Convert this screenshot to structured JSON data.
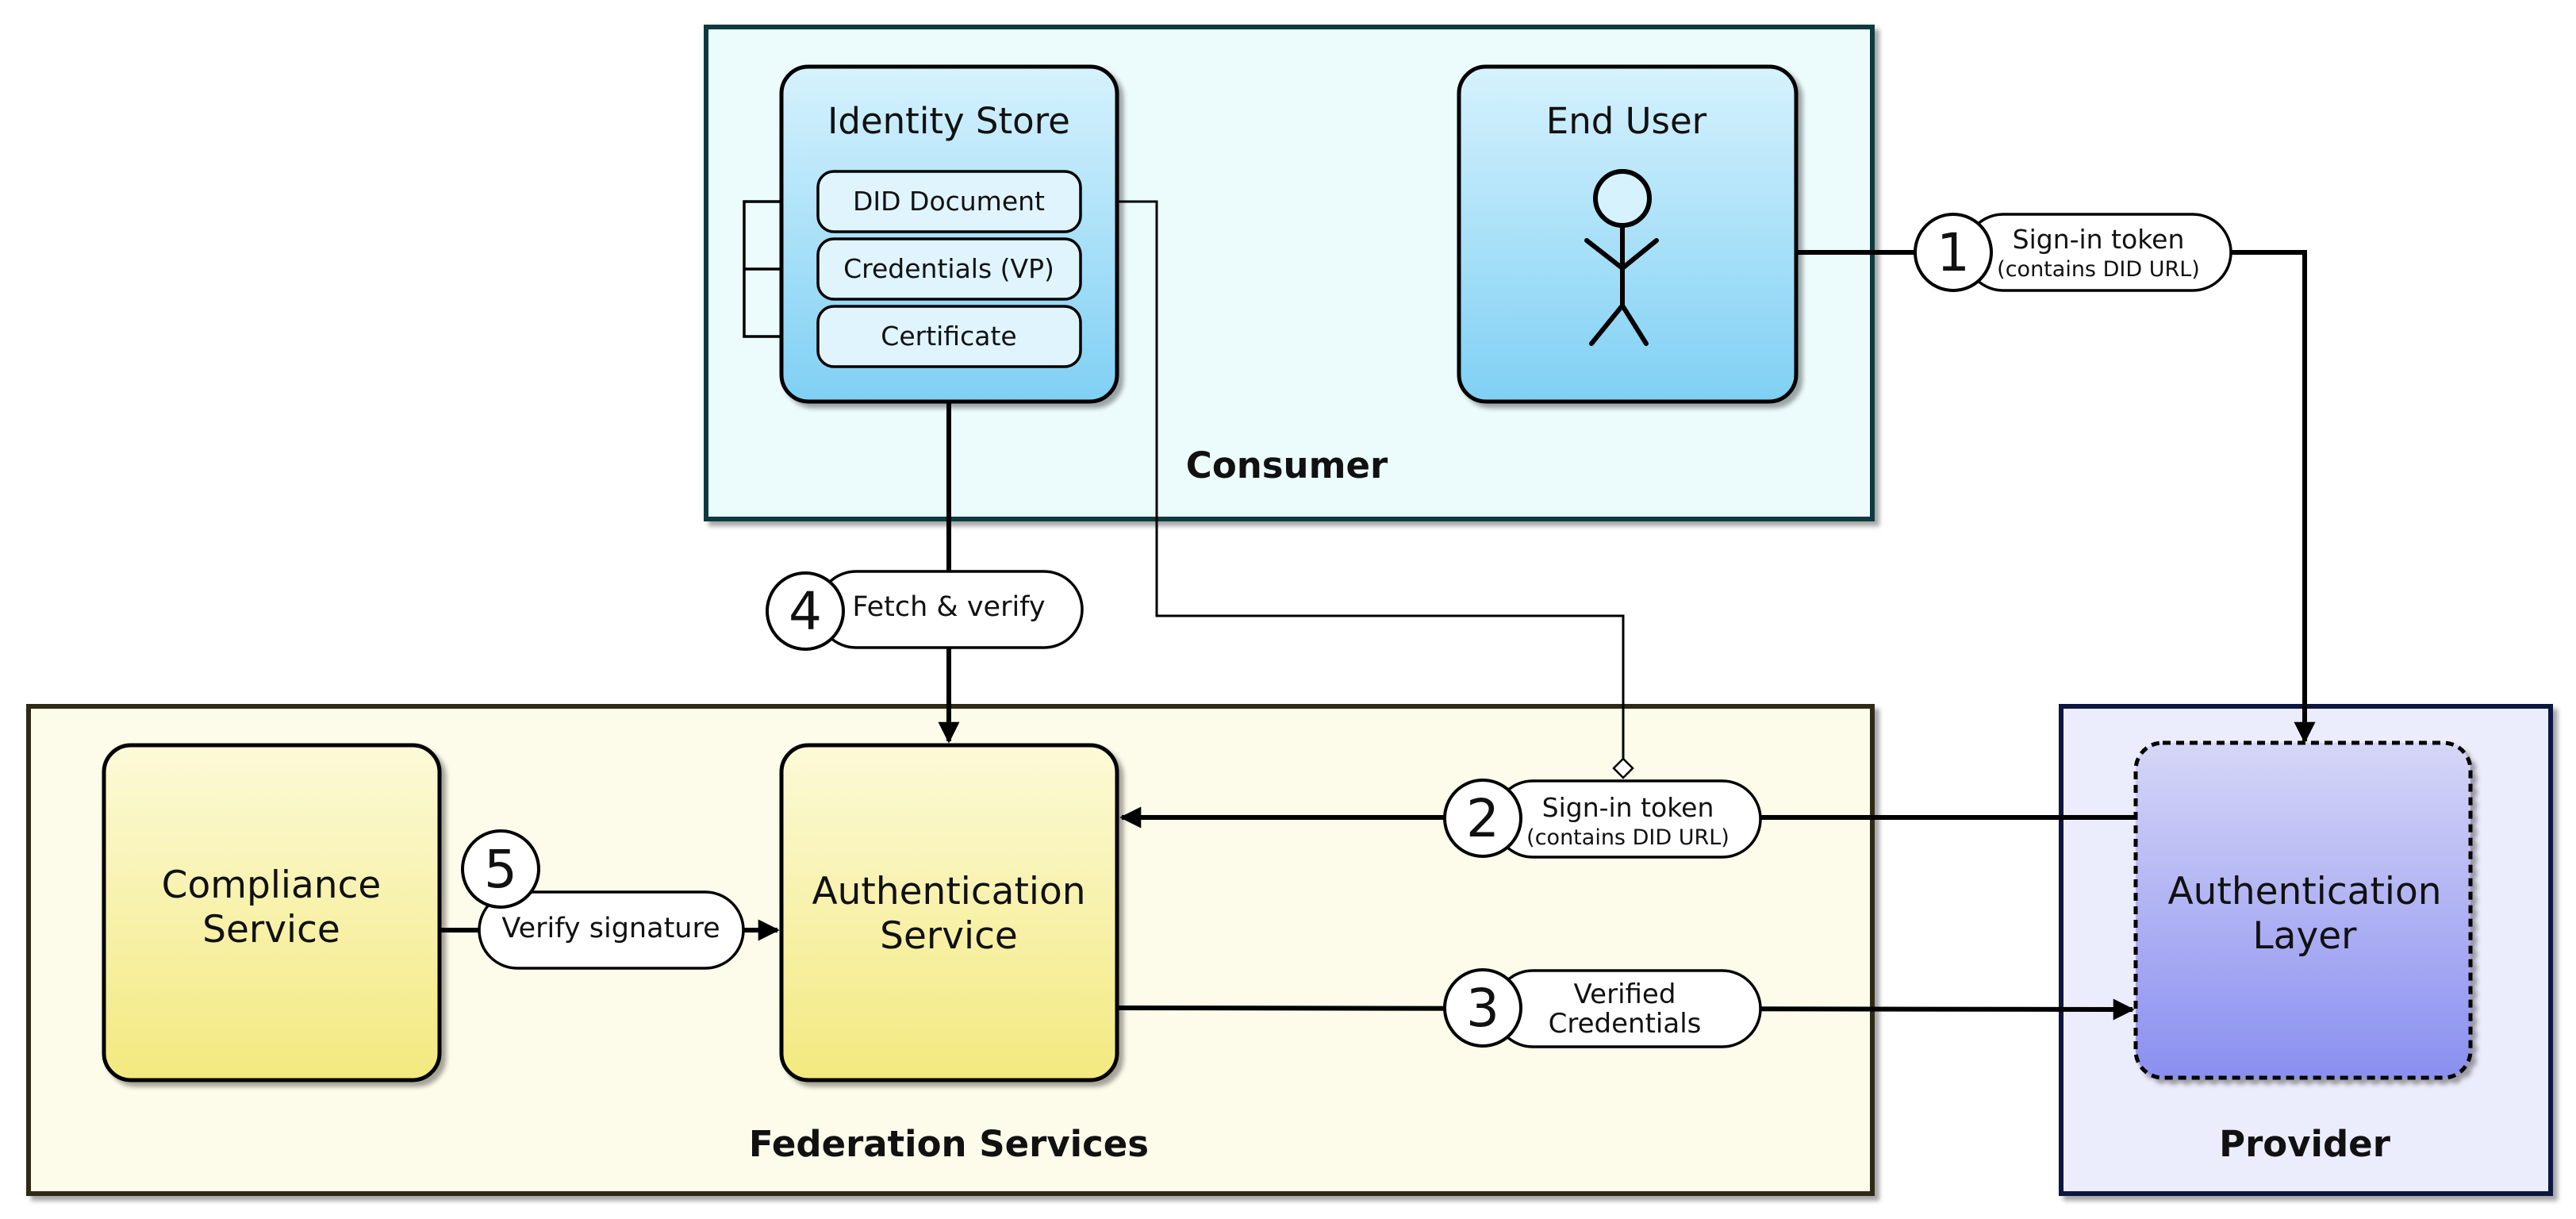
{
  "colors": {
    "consumer_bg": "#ecfcfd",
    "consumer_border": "#0b3a3e",
    "federation_bg": "#fdfbea",
    "federation_border": "#2e2a12",
    "provider_bg": "#ecedfc",
    "provider_border": "#0d1240",
    "blue_box_top": "#d6f2fd",
    "blue_box_bottom": "#7fd0f4",
    "yellow_box_top": "#fcfad8",
    "yellow_box_bottom": "#f3e97f",
    "purple_box_top": "#d6d6f7",
    "purple_box_bottom": "#8a8ff0"
  },
  "groups": {
    "consumer": "Consumer",
    "federation": "Federation Services",
    "provider": "Provider"
  },
  "identity_store": {
    "title": "Identity Store",
    "items": [
      "DID Document",
      "Credentials (VP)",
      "Certificate"
    ]
  },
  "end_user": {
    "title": "End User",
    "icon": "person-icon"
  },
  "compliance_service": {
    "line1": "Compliance",
    "line2": "Service"
  },
  "authentication_service": {
    "line1": "Authentication",
    "line2": "Service"
  },
  "authentication_layer": {
    "line1": "Authentication",
    "line2": "Layer"
  },
  "steps": {
    "s1": {
      "num": "1",
      "line1": "Sign-in token",
      "line2": "(contains DID URL)"
    },
    "s2": {
      "num": "2",
      "line1": "Sign-in token",
      "line2": "(contains DID URL)"
    },
    "s3": {
      "num": "3",
      "line1": "Verified",
      "line2": "Credentials"
    },
    "s4": {
      "num": "4",
      "line1": "Fetch & verify"
    },
    "s5": {
      "num": "5",
      "line1": "Verify signature"
    }
  }
}
